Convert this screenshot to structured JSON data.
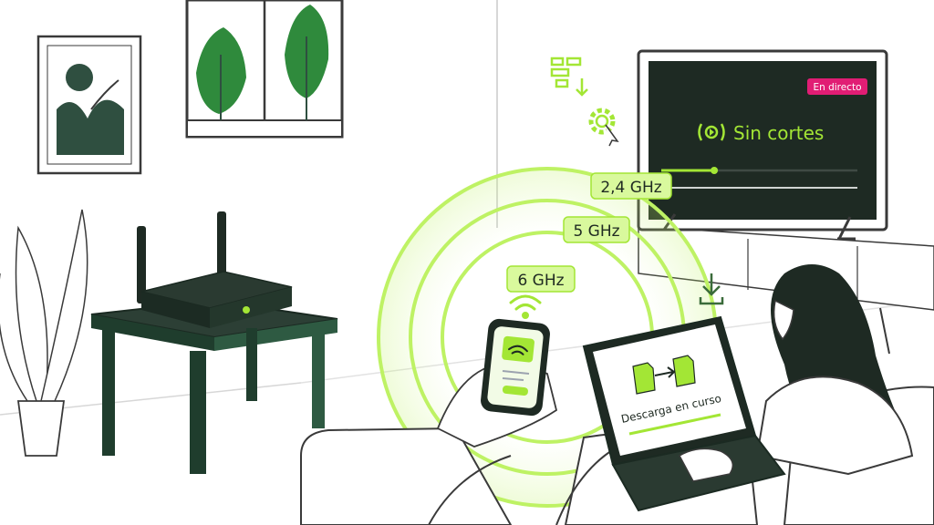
{
  "tv": {
    "live_badge": "En directo",
    "status_text": "Sin cortes",
    "playback_progress": 0.27
  },
  "bands": [
    {
      "label": "2,4 GHz"
    },
    {
      "label": "5 GHz"
    },
    {
      "label": "6 GHz"
    }
  ],
  "laptop": {
    "status_text": "Descarga en curso"
  },
  "colors": {
    "accent": "#a3e635",
    "dark_green": "#1f4a33",
    "badge_pink": "#e11d74",
    "screen": "#1e2a23",
    "line": "#3a3a3a"
  },
  "icons": [
    "bricks-download-icon",
    "gear-click-icon",
    "download-icon",
    "wifi-icon",
    "file-transfer-icon",
    "play-signal-icon"
  ]
}
